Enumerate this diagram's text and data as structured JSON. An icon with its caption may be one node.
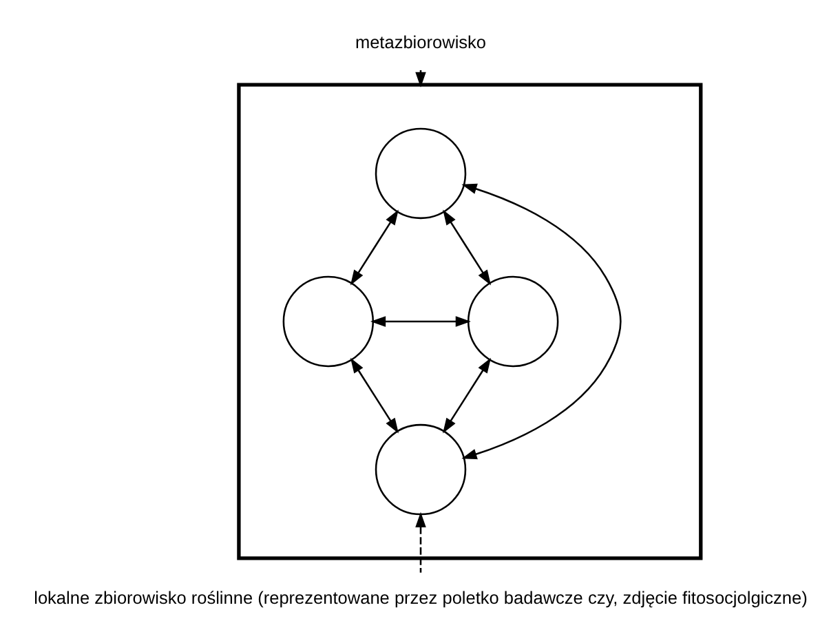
{
  "diagram": {
    "nodes": [
      {
        "text": [],
        "shape": "box"
      },
      {
        "text": [],
        "shape": "circle",
        "in": 0
      },
      {
        "text": [],
        "shape": "circle",
        "in": 0
      },
      {
        "text": [],
        "shape": "circle",
        "in": 0
      },
      {
        "text": [],
        "shape": "circle",
        "in": 0
      },
      {
        "text": [
          "metazbiorowisko"
        ]
      },
      {
        "text": [
          "lokalne zbiorowisko roślinne (reprezentowane przez poletko badawcze czy, zdjęcie fitosocjolgiczne)"
        ]
      }
    ],
    "edges": [
      {
        "from": 1,
        "to": 2,
        "arrow": "both"
      },
      {
        "from": 1,
        "to": 3,
        "arrow": "both"
      },
      {
        "from": 1,
        "to": 4,
        "arrow": "both"
      },
      {
        "from": 2,
        "to": 3,
        "arrow": "both"
      },
      {
        "from": 2,
        "to": 4,
        "arrow": "both"
      },
      {
        "from": 3,
        "to": 4,
        "arrow": "both"
      },
      {
        "from": 5,
        "to": 0,
        "arrow": "to",
        "style": "dashed"
      },
      {
        "from": 6,
        "to": 4,
        "arrow": "to",
        "style": "dashed"
      }
    ]
  }
}
